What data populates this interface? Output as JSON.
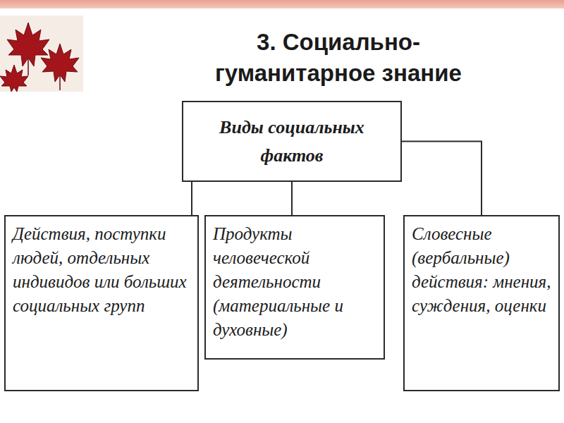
{
  "diagram": {
    "title": "3. Социально-гуманитарное знание",
    "nodes": [
      {
        "text": [
          "Виды социальных фактов"
        ]
      },
      {
        "text": [
          "Действия, поступки людей, отдельных индивидов или больших социальных групп"
        ]
      },
      {
        "text": [
          "Продукты человеческой деятельности (материальные и духовные)"
        ]
      },
      {
        "text": [
          "Словесные (вербальные) действия: мнения, суждения, оценки"
        ]
      }
    ],
    "edges": [
      {
        "from": 0,
        "to": 1,
        "arrow": "none"
      },
      {
        "from": 0,
        "to": 2,
        "arrow": "none"
      },
      {
        "from": 0,
        "to": 3,
        "arrow": "none"
      }
    ]
  }
}
